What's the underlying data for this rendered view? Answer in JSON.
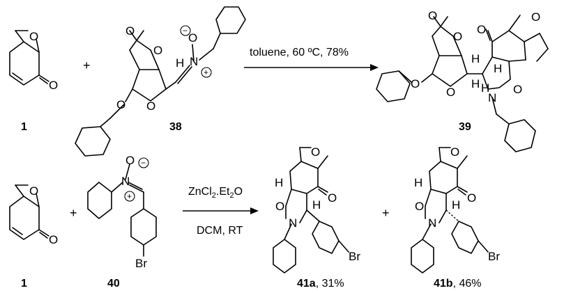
{
  "reactions": [
    {
      "reactant_a": {
        "id": "1",
        "atoms": {
          "o_bridge": "O",
          "o_carbonyl": "O"
        }
      },
      "plus": "+",
      "reactant_b": {
        "id": "38",
        "atoms": {
          "o1": "O",
          "o2": "O",
          "o3": "O",
          "o4": "O",
          "n": "N",
          "o_nitrone": "O",
          "h": "H"
        },
        "charges": {
          "o": "−",
          "n": "+"
        }
      },
      "conditions_top": "toluene, 60 ºC, 78%",
      "product": {
        "id": "39",
        "atoms": {
          "o_acetal1": "O",
          "o_acetal2": "O",
          "o_ring": "O",
          "o_benzyl": "O",
          "o_carbonyl": "O",
          "o_bridge": "O",
          "o_isox": "O",
          "n": "N",
          "h1": "H",
          "h2": "H",
          "h3": "H",
          "h4": "H"
        }
      }
    },
    {
      "reactant_a": {
        "id": "1",
        "atoms": {
          "o_bridge": "O",
          "o_carbonyl": "O"
        }
      },
      "plus": "+",
      "reactant_b": {
        "id": "40",
        "atoms": {
          "o": "O",
          "n": "N",
          "br": "Br"
        },
        "charges": {
          "o": "−",
          "n": "+"
        }
      },
      "conditions_top_main": "ZnCl",
      "conditions_top_sub": "2",
      "conditions_top_rest": ".Et",
      "conditions_top_sub2": "2",
      "conditions_top_end": "O",
      "conditions_bottom": "DCM, RT",
      "product_a": {
        "id": "41a",
        "yield": ", 31%",
        "atoms": {
          "o_bridge": "O",
          "o_carbonyl": "O",
          "o_isox": "O",
          "n": "N",
          "br": "Br",
          "h1": "H",
          "h2": "H"
        }
      },
      "plus2": "+",
      "product_b": {
        "id": "41b",
        "yield": ", 46%",
        "atoms": {
          "o_bridge": "O",
          "o_carbonyl": "O",
          "o_isox": "O",
          "n": "N",
          "br": "Br",
          "h1": "H",
          "h2": "H"
        }
      }
    }
  ]
}
